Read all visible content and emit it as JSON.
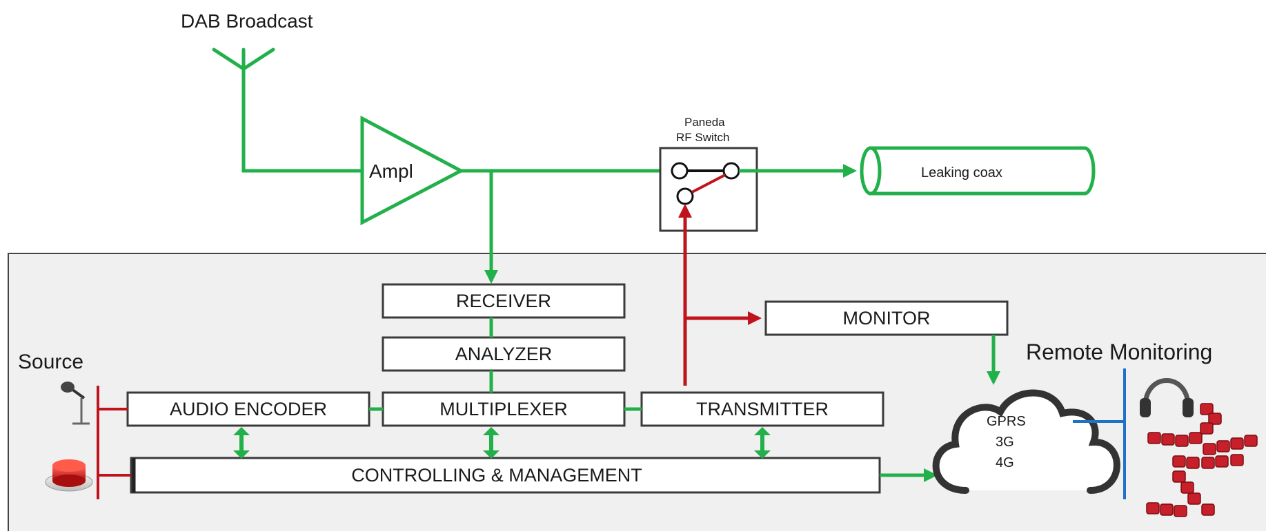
{
  "antenna": {
    "label": "DAB Broadcast"
  },
  "amplifier": {
    "label": "Ampl"
  },
  "rf_switch": {
    "line1": "Paneda",
    "line2": "RF Switch"
  },
  "coax": {
    "label": "Leaking coax"
  },
  "blocks": {
    "receiver": "RECEIVER",
    "analyzer": "ANALYZER",
    "audio_encoder": "AUDIO ENCODER",
    "multiplexer": "MULTIPLEXER",
    "transmitter": "TRANSMITTER",
    "monitor": "MONITOR",
    "controlling": "CONTROLLING & MANAGEMENT"
  },
  "source": {
    "label": "Source"
  },
  "cloud": {
    "line1": "GPRS",
    "line2": "3G",
    "line3": "4G"
  },
  "remote": {
    "label": "Remote Monitoring"
  },
  "colors": {
    "signal_green": "#22b04b",
    "tx_red": "#c0141c",
    "remote_blue": "#1e73c8",
    "panel_gray": "#f0f0f0",
    "box_border": "#3a3a3a"
  },
  "icons": [
    "antenna-icon",
    "amplifier-icon",
    "rf-switch-icon",
    "coax-cable-icon",
    "microphone-icon",
    "red-button-icon",
    "cloud-icon",
    "headphones-icon",
    "keyboard-keys-icon"
  ]
}
